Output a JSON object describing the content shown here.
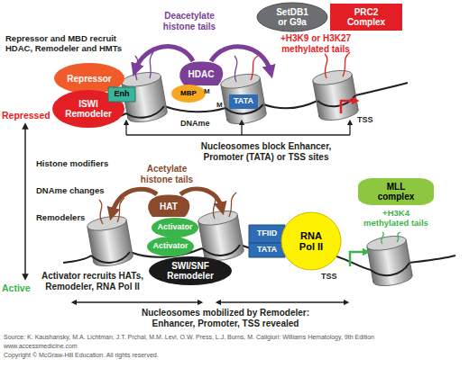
{
  "diagram": {
    "nodes": [
      {
        "text": [
          "SetDB1 or G9a"
        ]
      },
      {
        "text": [
          "PRC2 Complex"
        ]
      },
      {
        "text": [
          "Repressor"
        ]
      },
      {
        "text": [
          "ISWI Remodeler"
        ]
      },
      {
        "text": [
          "Enh"
        ]
      },
      {
        "text": [
          "HDAC"
        ]
      },
      {
        "text": [
          "MBP"
        ]
      },
      {
        "text": [
          "TATA"
        ]
      },
      {
        "text": [
          "MLL complex"
        ]
      },
      {
        "text": [
          "HAT"
        ]
      },
      {
        "text": [
          "Activator"
        ]
      },
      {
        "text": [
          "Activator"
        ]
      },
      {
        "text": [
          "SWI/SNF Remodeler"
        ]
      },
      {
        "text": [
          "TFIID"
        ]
      },
      {
        "text": [
          "TATA"
        ]
      },
      {
        "text": [
          "RNA Pol II"
        ]
      }
    ],
    "labels": [
      "Repressor and MBD recruit HDAC, Remodeler and HMTs",
      "Deacetylate histone tails",
      "+H3K9 or H3K27 methylated tails",
      "M",
      "M",
      "DNAme",
      "TSS",
      "Nucleosomes block Enhancer, Promoter (TATA) or TSS sites",
      "Repressed",
      "Histone modifiers",
      "DNAme changes",
      "Remodelers",
      "Active",
      "Acetylate histone tails",
      "+H3K4 methylated tails",
      "TSS",
      "Activator recruits HATs, Remodeler, RNA Pol II",
      "Nucleosomes mobilized by Remodeler: Enhancer, Promoter, TSS revealed",
      "Source: K. Kaushansky, M.A. Lichtman, J.T. Prchal, M.M. Levi, O.W. Press, L.J. Burns, M. Caligiuri: Williams Hematology, 9th Edition",
      "www.accessmedicine.com",
      "Copyright © McGraw-Hill Education. All rights reserved."
    ]
  }
}
